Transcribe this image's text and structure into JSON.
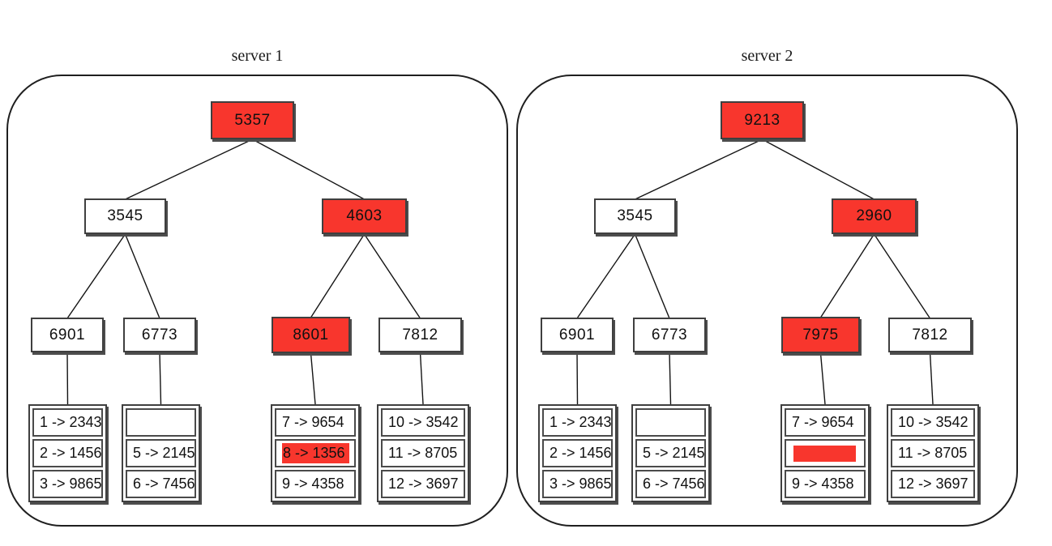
{
  "colors": {
    "highlight_red": "#f8362d",
    "box_border": "#3f3f3f",
    "panel_border": "#1f1f1f",
    "edge_line": "#141414"
  },
  "servers": [
    {
      "title": "server 1",
      "tree": {
        "root": {
          "label": "5357",
          "highlighted": true
        },
        "level2": [
          {
            "label": "3545",
            "highlighted": false
          },
          {
            "label": "4603",
            "highlighted": true
          }
        ],
        "level3": [
          {
            "label": "6901",
            "highlighted": false
          },
          {
            "label": "6773",
            "highlighted": false
          },
          {
            "label": "8601",
            "highlighted": true
          },
          {
            "label": "7812",
            "highlighted": false
          }
        ]
      },
      "buckets": [
        {
          "rows": [
            {
              "text": "1 -> 2343",
              "highlight": "none"
            },
            {
              "text": "2 -> 1456",
              "highlight": "none"
            },
            {
              "text": "3 -> 9865",
              "highlight": "none"
            }
          ]
        },
        {
          "rows": [
            {
              "text": "",
              "highlight": "none"
            },
            {
              "text": "5 -> 2145",
              "highlight": "none"
            },
            {
              "text": "6 -> 7456",
              "highlight": "none"
            }
          ]
        },
        {
          "rows": [
            {
              "text": "7 -> 9654",
              "highlight": "none"
            },
            {
              "text": "8 -> 1356",
              "highlight": "text"
            },
            {
              "text": "9 -> 4358",
              "highlight": "none"
            }
          ]
        },
        {
          "rows": [
            {
              "text": "10 -> 3542",
              "highlight": "none"
            },
            {
              "text": "11 -> 8705",
              "highlight": "none"
            },
            {
              "text": "12 -> 3697",
              "highlight": "none"
            }
          ]
        }
      ]
    },
    {
      "title": "server 2",
      "tree": {
        "root": {
          "label": "9213",
          "highlighted": true
        },
        "level2": [
          {
            "label": "3545",
            "highlighted": false
          },
          {
            "label": "2960",
            "highlighted": true
          }
        ],
        "level3": [
          {
            "label": "6901",
            "highlighted": false
          },
          {
            "label": "6773",
            "highlighted": false
          },
          {
            "label": "7975",
            "highlighted": true
          },
          {
            "label": "7812",
            "highlighted": false
          }
        ]
      },
      "buckets": [
        {
          "rows": [
            {
              "text": "1 -> 2343",
              "highlight": "none"
            },
            {
              "text": "2 -> 1456",
              "highlight": "none"
            },
            {
              "text": "3 -> 9865",
              "highlight": "none"
            }
          ]
        },
        {
          "rows": [
            {
              "text": "",
              "highlight": "none"
            },
            {
              "text": "5 -> 2145",
              "highlight": "none"
            },
            {
              "text": "6 -> 7456",
              "highlight": "none"
            }
          ]
        },
        {
          "rows": [
            {
              "text": "7 -> 9654",
              "highlight": "none"
            },
            {
              "text": "",
              "highlight": "bar"
            },
            {
              "text": "9 -> 4358",
              "highlight": "none"
            }
          ]
        },
        {
          "rows": [
            {
              "text": "10 -> 3542",
              "highlight": "none"
            },
            {
              "text": "11 -> 8705",
              "highlight": "none"
            },
            {
              "text": "12 -> 3697",
              "highlight": "none"
            }
          ]
        }
      ]
    }
  ]
}
